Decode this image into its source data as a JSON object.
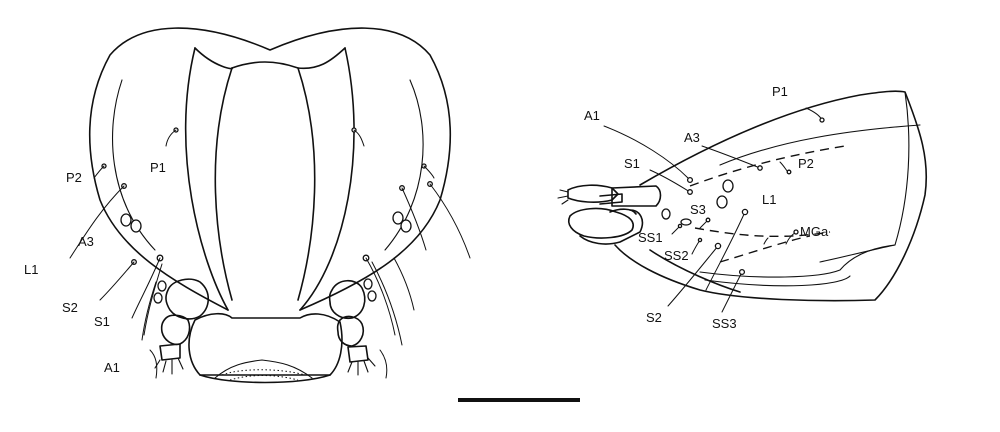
{
  "ventral_view_labels": {
    "p1": "P1",
    "p2": "P2",
    "l1": "L1",
    "a3": "A3",
    "s2": "S2",
    "s1": "S1",
    "a1": "A1"
  },
  "lateral_view_labels": {
    "a1": "A1",
    "p1": "P1",
    "a3": "A3",
    "p2": "P2",
    "s1": "S1",
    "s3": "S3",
    "l1": "L1",
    "ss1": "SS1",
    "mga": "MGa",
    "ss2": "SS2",
    "s2": "S2",
    "ss3": "SS3"
  }
}
